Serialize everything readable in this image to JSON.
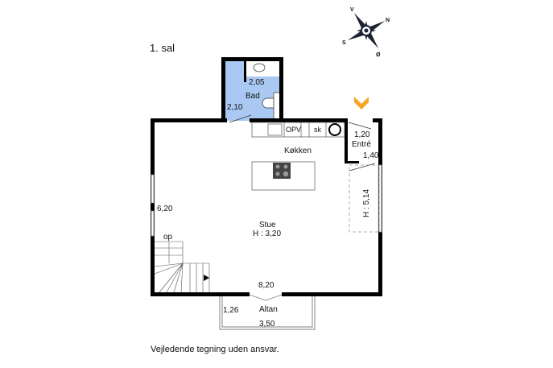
{
  "floor_title": "1. sal",
  "compass": {
    "north": "N",
    "south": "S",
    "east": "Ø",
    "west": "V"
  },
  "rooms": {
    "bath": {
      "name": "Bad",
      "dim_a": "2,05",
      "dim_b": "2,10"
    },
    "kitchen": {
      "name": "Køkken",
      "opv": "OPV",
      "sk": "sk"
    },
    "entry": {
      "name": "Entré",
      "dim_a": "1,20",
      "dim_b": "1,40"
    },
    "living": {
      "name": "Stue",
      "height": "H : 3,20",
      "dim_side": "6,20",
      "dim_bottom": "8,20"
    },
    "void": {
      "height": "H : 5,14"
    },
    "stairs": {
      "label": "op"
    },
    "balcony": {
      "name": "Altan",
      "dim_side": "1,26",
      "dim_bottom": "3,50"
    }
  },
  "colors": {
    "bath_fill": "#a9c8f2",
    "entrance_marker": "#f5a623"
  },
  "disclaimer": "Vejledende tegning uden ansvar."
}
